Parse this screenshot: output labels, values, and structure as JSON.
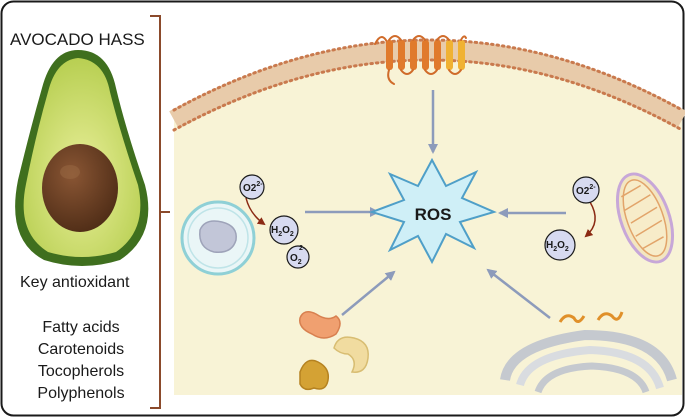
{
  "title": "AVOCADO HASS",
  "key_label": "Key antioxidant",
  "compounds": [
    "Fatty acids",
    "Carotenoids",
    "Tocopherols",
    "Polyphenols"
  ],
  "center_label": "ROS",
  "molecules": {
    "superoxide": "O2",
    "superoxide_charge": "2-",
    "peroxide_base": "H",
    "peroxide_mid": "O",
    "sub_two": "2",
    "oxygen_small": "O",
    "oxygen_small_charge": "2-"
  },
  "colors": {
    "cytoplasm": "#f8f3d6",
    "membrane": "#e8cbaa",
    "membrane_beads": "#c97a4e",
    "arrow": "#8d9bbb",
    "ros_fill": "#cfeff7",
    "ros_stroke": "#4f9fc8",
    "molecule_fill": "#d7daf0",
    "avocado_skin": "#3f6f1e",
    "avocado_flesh": "#d4e27c",
    "avocado_seed": "#6b3f22",
    "bracket": "#8b4a2b"
  }
}
